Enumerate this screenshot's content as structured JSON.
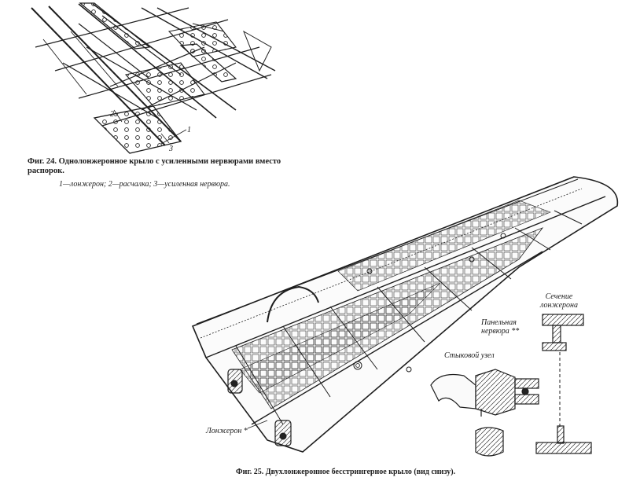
{
  "fig24": {
    "caption": "Фиг. 24. Однолонжеронное крыло с усиленными нервюрами вместо распорок.",
    "legend": "1—лонжерон; 2—расчалка; 3—усиленная нервюра.",
    "callouts": [
      "1",
      "2",
      "3"
    ]
  },
  "fig25": {
    "caption": "Фиг. 25. Двухлонжеронное бесстрингерное крыло (вид снизу).",
    "labels": {
      "spar_section": "Сечение лонжерона",
      "panel_rib": "Панельная нервюра **",
      "joint": "Стыковой узел",
      "spar": "Лонжерон *"
    }
  }
}
